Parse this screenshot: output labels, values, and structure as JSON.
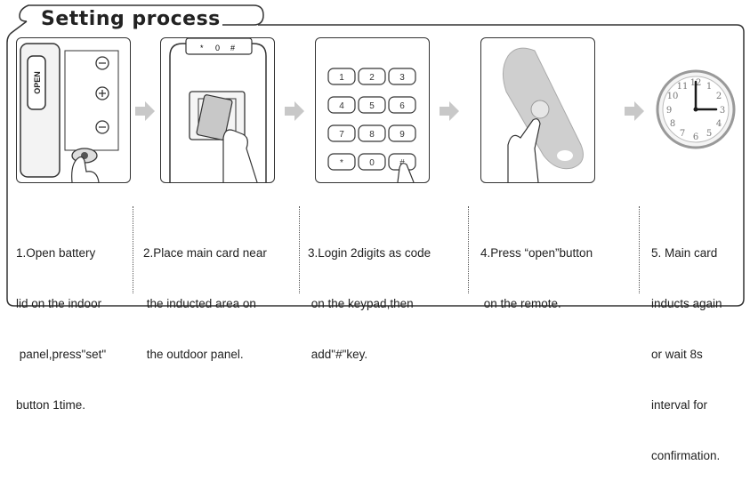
{
  "header": {
    "title": "Setting process"
  },
  "panels": {
    "battery": {
      "open_label": "OPEN"
    },
    "keypad": {
      "keys": [
        "1",
        "2",
        "3",
        "4",
        "5",
        "6",
        "7",
        "8",
        "9",
        "*",
        "0",
        "#"
      ]
    },
    "clock": {
      "numerals": [
        "12",
        "1",
        "2",
        "3",
        "4",
        "5",
        "6",
        "7",
        "8",
        "9",
        "10",
        "11"
      ]
    }
  },
  "steps": [
    {
      "lines": [
        "1.Open battery",
        "lid on the indoor",
        " panel,press\"set\"",
        "button 1time."
      ]
    },
    {
      "lines": [
        "2.Place main card near",
        " the inducted area on",
        " the outdoor panel."
      ]
    },
    {
      "lines": [
        "3.Login 2digits as code",
        " on the keypad,then",
        " add\"#\"key."
      ]
    },
    {
      "lines": [
        "4.Press “open”button",
        " on the remote."
      ]
    },
    {
      "lines": [
        "5. Main card",
        "inducts again",
        "or wait 8s",
        "interval for",
        "confirmation."
      ]
    }
  ],
  "colors": {
    "line": "#333333",
    "arrow": "#c8c8c8",
    "remote": "#cfcfcf",
    "clock_hand": "#1a1a1a"
  }
}
